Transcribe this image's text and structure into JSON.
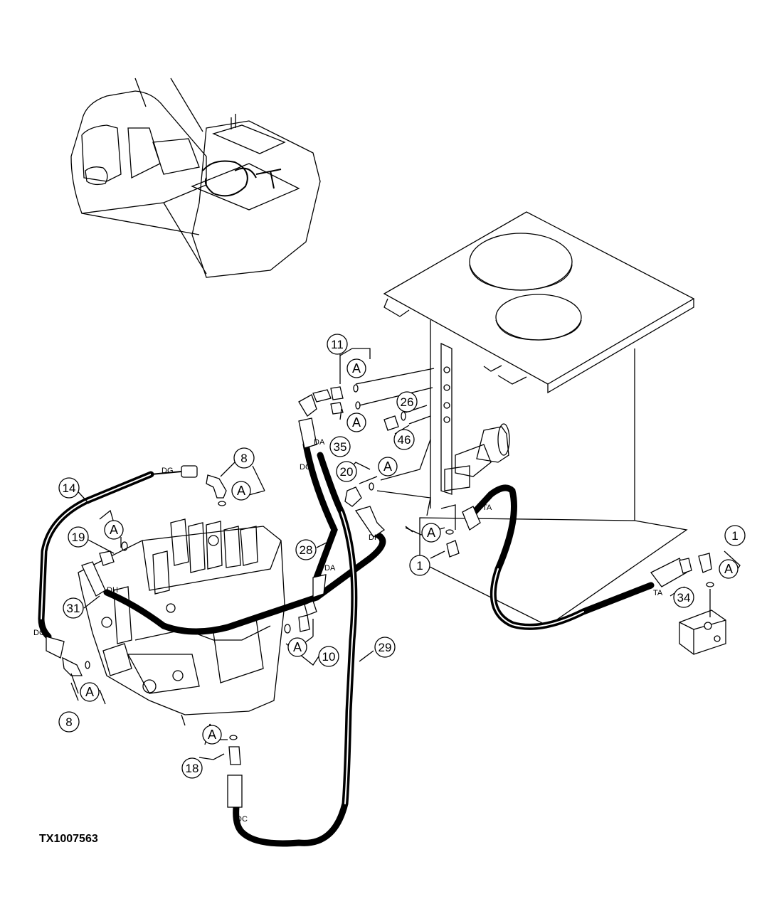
{
  "figure_id": "TX1007563",
  "callouts": {
    "c11": "11",
    "c26": "26",
    "c46": "46",
    "c35": "35",
    "c20": "20",
    "c8a": "8",
    "c14": "14",
    "c19": "19",
    "c31": "31",
    "c28": "28",
    "c10": "10",
    "c29": "29",
    "c8b": "8",
    "c18": "18",
    "c1a": "1",
    "c1b": "1",
    "c34": "34"
  },
  "o_ring_marker": "A",
  "port_labels": {
    "da_top": "DA",
    "dc_top": "DC",
    "dg_top": "DG",
    "dh_valve": "DH",
    "dh_tank": "DH",
    "da_mid": "DA",
    "dg_left": "DG",
    "dc_bottom": "DC",
    "ta_left": "TA",
    "ta_right": "TA"
  }
}
